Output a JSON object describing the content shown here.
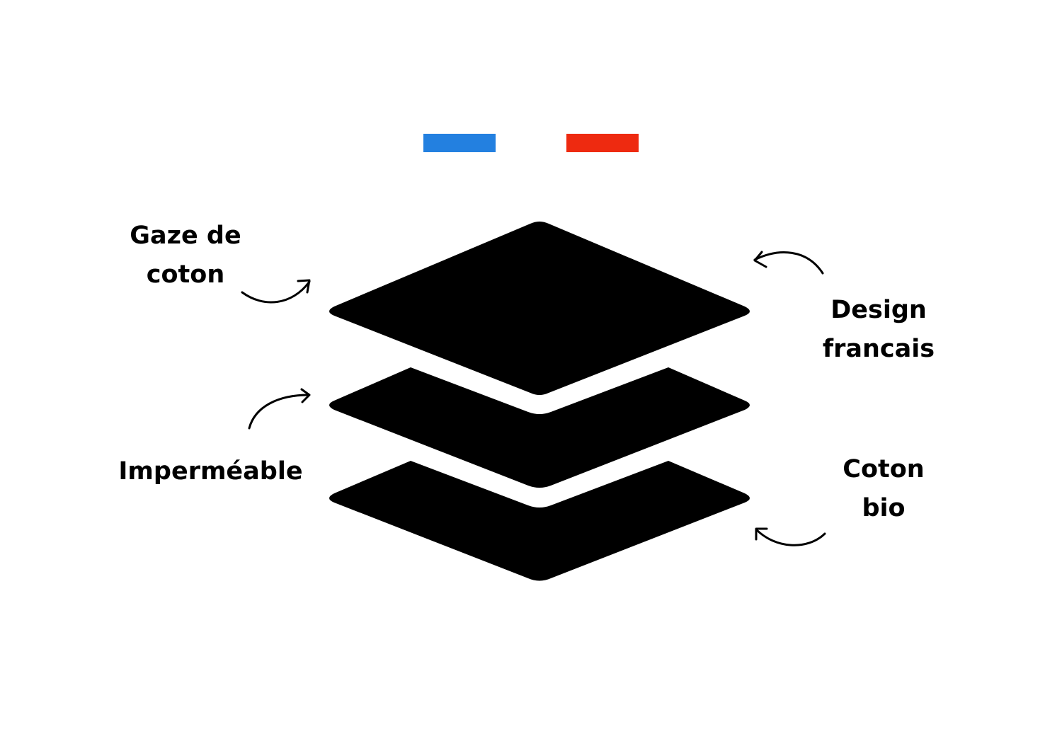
{
  "flag": {
    "left_color": "#2380e0",
    "right_color": "#ee2a10"
  },
  "layers": {
    "fill_color": "#000000",
    "count": 3
  },
  "labels": {
    "gaze_de_coton": {
      "line1": "Gaze de",
      "line2": "coton"
    },
    "impermeable": {
      "line1": "Imperméable"
    },
    "design_francais": {
      "line1": "Design",
      "line2": "francais"
    },
    "coton_bio": {
      "line1": "Coton",
      "line2": "bio"
    }
  },
  "arrows": {
    "stroke_color": "#000000"
  }
}
